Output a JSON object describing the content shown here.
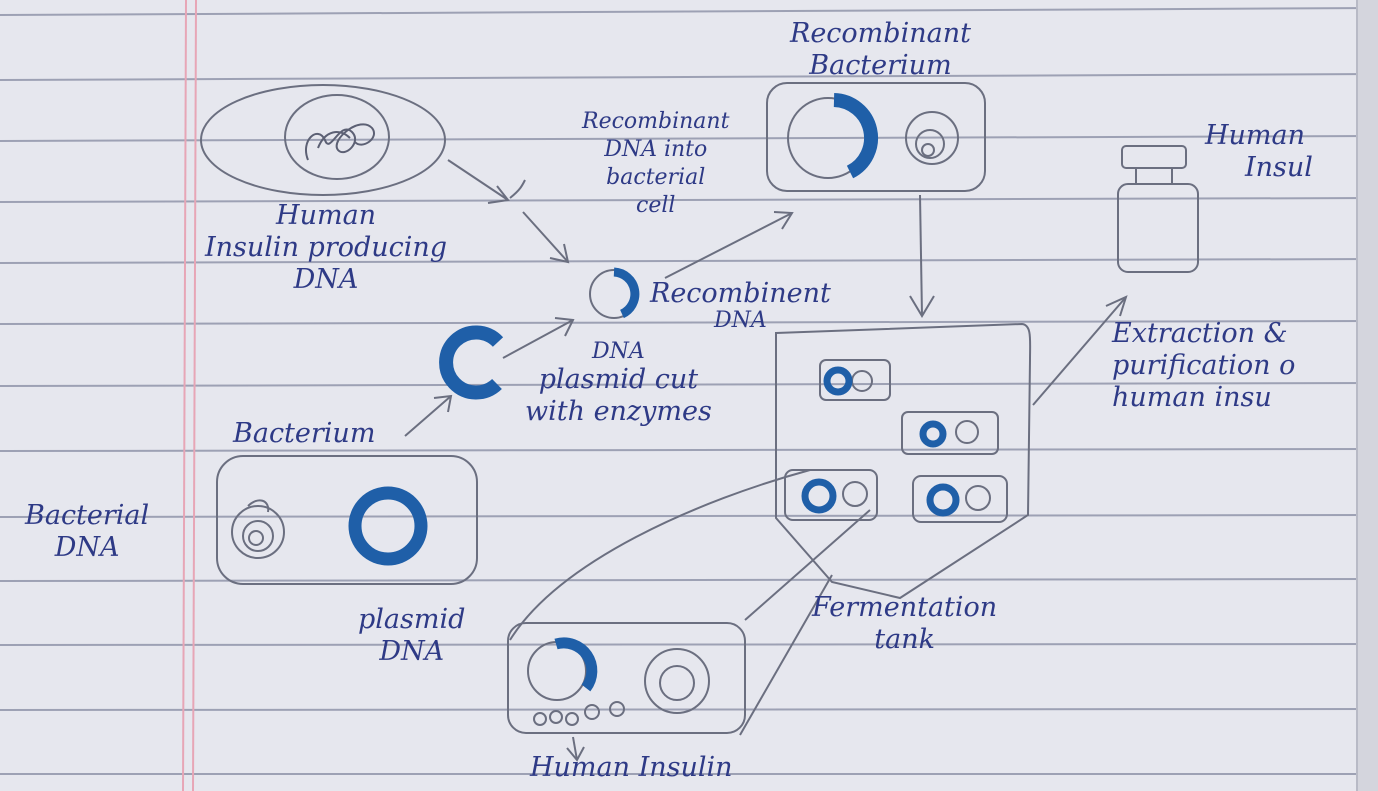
{
  "labels": {
    "recombinant_bacterium": [
      "Recombinant",
      "Bacterium"
    ],
    "recombinant_dna_into_cell": [
      "Recombinant",
      "DNA into",
      "bacterial",
      "cell"
    ],
    "human_insulin_producing_dna": [
      "Human",
      "Insulin producing",
      "DNA"
    ],
    "recombinant_dna": [
      "Recombinent",
      "DNA"
    ],
    "dna_plasmid_cut": [
      "DNA",
      "plasmid cut",
      "with enzymes"
    ],
    "bacterium": "Bacterium",
    "bacterial_dna": [
      "Bacterial",
      "DNA"
    ],
    "plasmid_dna": [
      "plasmid",
      "DNA"
    ],
    "fermentation_tank": [
      "Fermentation",
      "tank"
    ],
    "human_insulin_bottle": [
      "Human",
      "Insul"
    ],
    "extraction": [
      "Extraction &",
      "purification o",
      "human insu"
    ],
    "human_insulin": "Human Insulin"
  },
  "colors": {
    "paper": "#e6e7ee",
    "rule_line": "#9da1b4",
    "margin_line": "#e7a6b6",
    "pencil": "#6b6f80",
    "ink": "#2e3a86",
    "plasmid_ink": "#1f5fa8"
  }
}
